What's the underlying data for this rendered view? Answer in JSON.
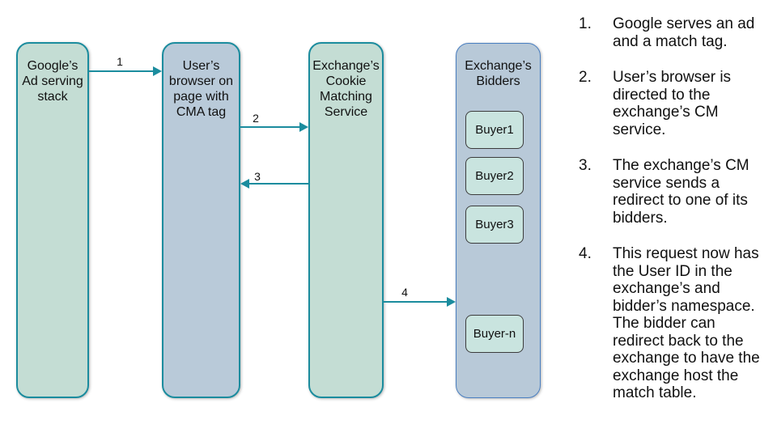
{
  "diagram": {
    "lanes": [
      {
        "id": "google-ad-stack",
        "label": "Google’s\nAd serving\nstack"
      },
      {
        "id": "user-browser",
        "label": "User’s\nbrowser on\npage with\nCMA tag"
      },
      {
        "id": "exchange-cm-service",
        "label": "Exchange’s\nCookie\nMatching\nService"
      },
      {
        "id": "exchange-bidders",
        "label": "Exchange’s\nBidders"
      }
    ],
    "buyers": [
      "Buyer1",
      "Buyer2",
      "Buyer3",
      "Buyer-n"
    ],
    "arrow_labels": [
      "1",
      "2",
      "3",
      "4"
    ],
    "colors": {
      "lane_green_fill": "#c4ddd4",
      "lane_blue_fill": "#b9cad9",
      "teal_accent": "#1b8c9e",
      "bidders_border_blue": "#4a7fc1",
      "buyer_fill": "#c9e4df",
      "buyer_border": "#3c3c3c",
      "text": "#111111",
      "background": "#ffffff"
    }
  },
  "steps": [
    {
      "number": "1.",
      "text": "Google serves an ad\nand a match tag."
    },
    {
      "number": "2.",
      "text": "User’s browser is\ndirected to the\nexchange’s CM\nservice."
    },
    {
      "number": "3.",
      "text": "The exchange’s CM\nservice sends a\nredirect to one of its\nbidders."
    },
    {
      "number": "4.",
      "text": "This request now has\nthe User ID in the\nexchange’s and\nbidder’s namespace.\nThe bidder can\nredirect back to the\nexchange to have the\nexchange host the\nmatch table."
    }
  ]
}
